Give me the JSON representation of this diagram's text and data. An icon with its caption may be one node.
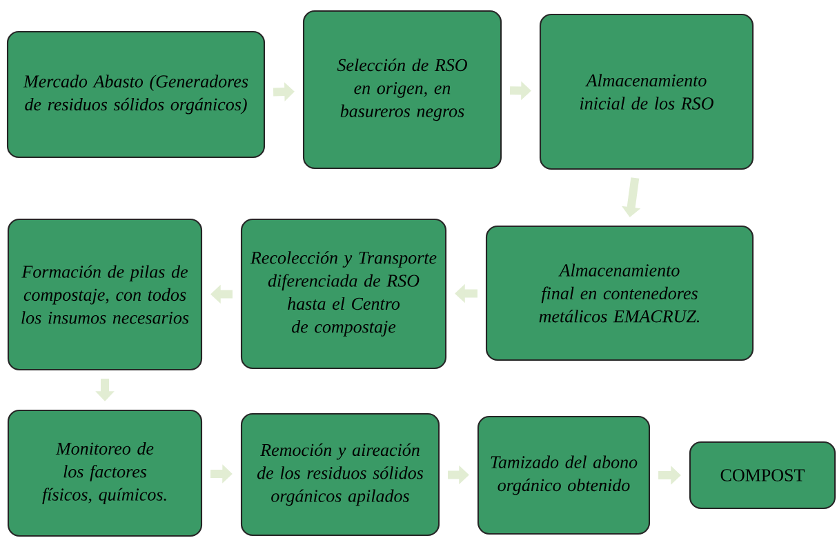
{
  "diagram": {
    "nodes": [
      {
        "text": [
          "Mercado Abasto (Generadores de residuos sólidos orgánicos)"
        ]
      },
      {
        "text": [
          "Selección de RSO en origen, en basureros negros"
        ]
      },
      {
        "text": [
          "Almacenamiento inicial de los RSO"
        ]
      },
      {
        "text": [
          "Almacenamiento  final en contenedores metálicos EMACRUZ."
        ]
      },
      {
        "text": [
          "Recolección y Transporte diferenciada de RSO hasta el Centro de compostaje"
        ]
      },
      {
        "text": [
          "Formación de pilas de compostaje, con todos los insumos necesarios"
        ]
      },
      {
        "text": [
          "Monitoreo de los factores físicos, químicos."
        ]
      },
      {
        "text": [
          "Remoción  y aireación de los residuos sólidos orgánicos apilados"
        ]
      },
      {
        "text": [
          "Tamizado del abono orgánico obtenido"
        ]
      },
      {
        "text": [
          "COMPOST"
        ]
      }
    ],
    "edges": [
      {
        "from": 0,
        "to": 1,
        "arrow": "to"
      },
      {
        "from": 1,
        "to": 2,
        "arrow": "to"
      },
      {
        "from": 2,
        "to": 3,
        "arrow": "to"
      },
      {
        "from": 3,
        "to": 4,
        "arrow": "to"
      },
      {
        "from": 4,
        "to": 5,
        "arrow": "to"
      },
      {
        "from": 5,
        "to": 6,
        "arrow": "to"
      },
      {
        "from": 6,
        "to": 7,
        "arrow": "to"
      },
      {
        "from": 7,
        "to": 8,
        "arrow": "to"
      },
      {
        "from": 8,
        "to": 9,
        "arrow": "to"
      }
    ]
  }
}
